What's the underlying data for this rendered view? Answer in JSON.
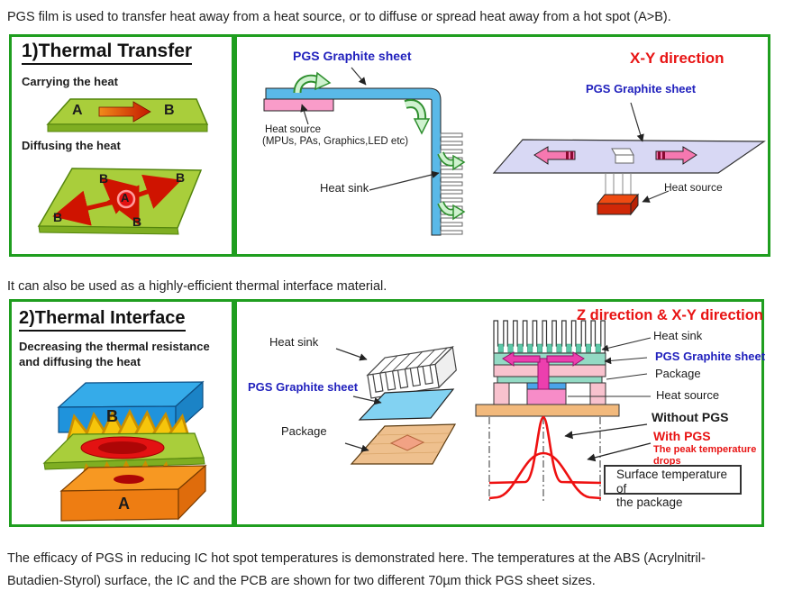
{
  "page": {
    "intro": "PGS film is used to transfer heat away from a heat source, or to diffuse or spread heat away from a hot spot (A>B).",
    "middle_note": "It can also be used as a highly-efficient thermal interface material.",
    "footer_line1": "The efficacy of PGS in reducing IC hot spot temperatures is demonstrated here. The temperatures at the ABS (Acrylnitril-",
    "footer_line2": "Butadien-Styrol) surface, the IC and the PCB are shown for two different 70µm thick PGS sheet sizes."
  },
  "panel1": {
    "title": "1)Thermal Transfer",
    "carrying_label": "Carrying the heat",
    "diffusing_label": "Diffusing the heat",
    "point_a": "A",
    "point_b": "B",
    "middle": {
      "pgs_label": "PGS Graphite sheet",
      "heat_source_label": "Heat source",
      "heat_source_detail": "(MPUs, PAs, Graphics,LED etc)",
      "heat_sink_label": "Heat sink"
    },
    "right": {
      "direction_title": "X-Y direction",
      "pgs_label": "PGS Graphite sheet",
      "heat_source_label": "Heat source"
    }
  },
  "panel2": {
    "title": "2)Thermal Interface",
    "subtitle_line1": "Decreasing the thermal resistance",
    "subtitle_line2": "and diffusing the heat",
    "point_a": "A",
    "point_b": "B",
    "middle": {
      "heat_sink_label": "Heat sink",
      "pgs_label": "PGS Graphite sheet",
      "package_label": "Package"
    },
    "right": {
      "direction_title": "Z direction & X-Y direction",
      "heat_sink_label": "Heat sink",
      "pgs_label": "PGS Graphite sheet",
      "package_label": "Package",
      "heat_source_label": "Heat source",
      "without_pgs_label": "Without PGS",
      "with_pgs_label": "With PGS",
      "peak_note_line1": "The peak temperature",
      "peak_note_line2": "drops",
      "surface_note_line1": "Surface temperature of",
      "surface_note_line2": "the package"
    }
  },
  "colors": {
    "panel_border_green": "#1f9e1f",
    "label_blue": "#2121bd",
    "label_red": "#e81414",
    "pgs_sheet_blue": "#5ab9e8",
    "heat_source_pink": "#f99cc9",
    "xy_sheet_lavender": "#d8d8f4",
    "spread_arrow_pink": "#f678b0",
    "heat_source_orange": "#ef4b12",
    "block_b_blue": "#35abe9",
    "pgs_sheet_green": "#a9ce3b",
    "block_a_orange": "#f79822",
    "hotspot_red": "#e31212",
    "heat_arrow_yellow": "#f6c50b",
    "pgs_teal": "#93dac4",
    "package_pink_layer": "#f8c2ce",
    "magenta_arrow": "#ec3fae",
    "pcb_tan": "#f2b97c",
    "temperature_curve_red": "#ee1111"
  }
}
